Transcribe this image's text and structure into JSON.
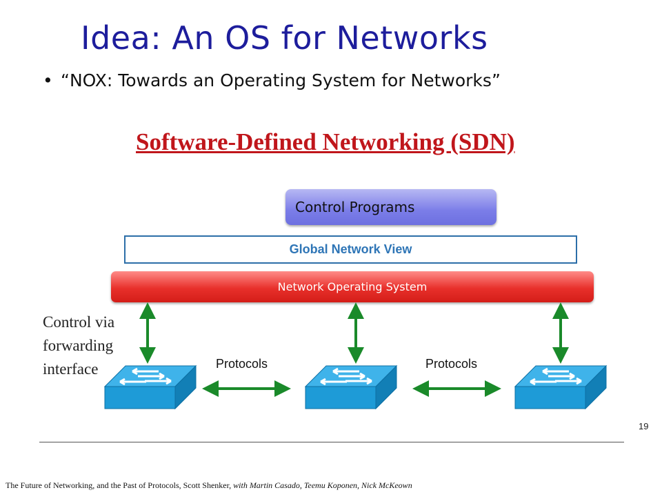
{
  "slide": {
    "title": "Idea: An OS for Networks",
    "bullet_marker": "•",
    "bullet_text": "“NOX: Towards an Operating System for Networks”",
    "sdn_heading": "Software-Defined Networking (SDN)",
    "page_number": "19"
  },
  "diagram": {
    "control_programs": "Control Programs",
    "global_network_view": "Global Network View",
    "network_os": "Network Operating  System",
    "side_label_lines": [
      "Control via",
      "forwarding",
      "interface"
    ],
    "protocol_labels": [
      "Protocols",
      "Protocols"
    ]
  },
  "footer": {
    "text": "The Future of Networking,  and the Past of Protocols, Scott Shenker, ",
    "italic_text": "with Martin Casado, Teemu Koponen, Nick McKeown"
  },
  "colors": {
    "title": "#1d1d9c",
    "sdn_heading": "#c0161b",
    "arrows": "#1a8a2a",
    "switch_blue": "#1e9bd7"
  }
}
